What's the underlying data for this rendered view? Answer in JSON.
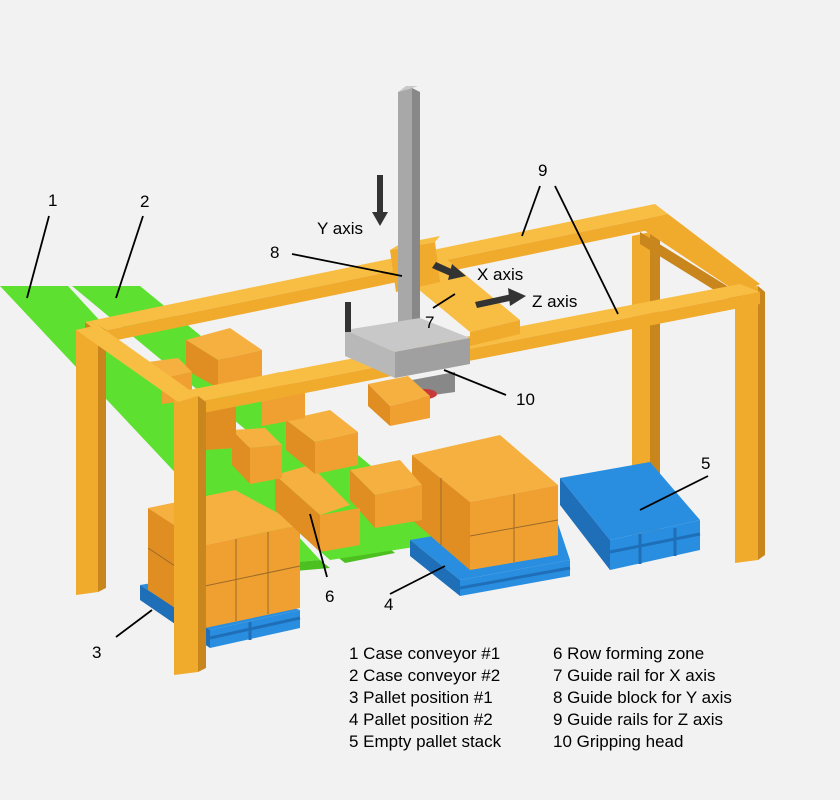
{
  "callouts": {
    "n1": "1",
    "n2": "2",
    "n3": "3",
    "n4": "4",
    "n5": "5",
    "n6": "6",
    "n7": "7",
    "n8": "8",
    "n9": "9",
    "n10": "10"
  },
  "axes": {
    "y": "Y axis",
    "x": "X axis",
    "z": "Z axis"
  },
  "legend": {
    "left": [
      "1 Case conveyor #1",
      "2 Case conveyor #2",
      "3 Pallet position #1",
      "4 Pallet position #2",
      "5 Empty pallet stack"
    ],
    "right": [
      "6 Row forming zone",
      "7 Guide rail for X axis",
      "8 Guide block for Y axis",
      "9 Guide rails for Z axis",
      "10 Gripping head"
    ]
  },
  "colors": {
    "background": "#f2f2f2",
    "frame": "#f0aa2c",
    "conveyor": "#5ee030",
    "pallet": "#2a8ee0",
    "box": "#f0a030",
    "mast": "#a0a0a0",
    "arrow": "#333333"
  }
}
